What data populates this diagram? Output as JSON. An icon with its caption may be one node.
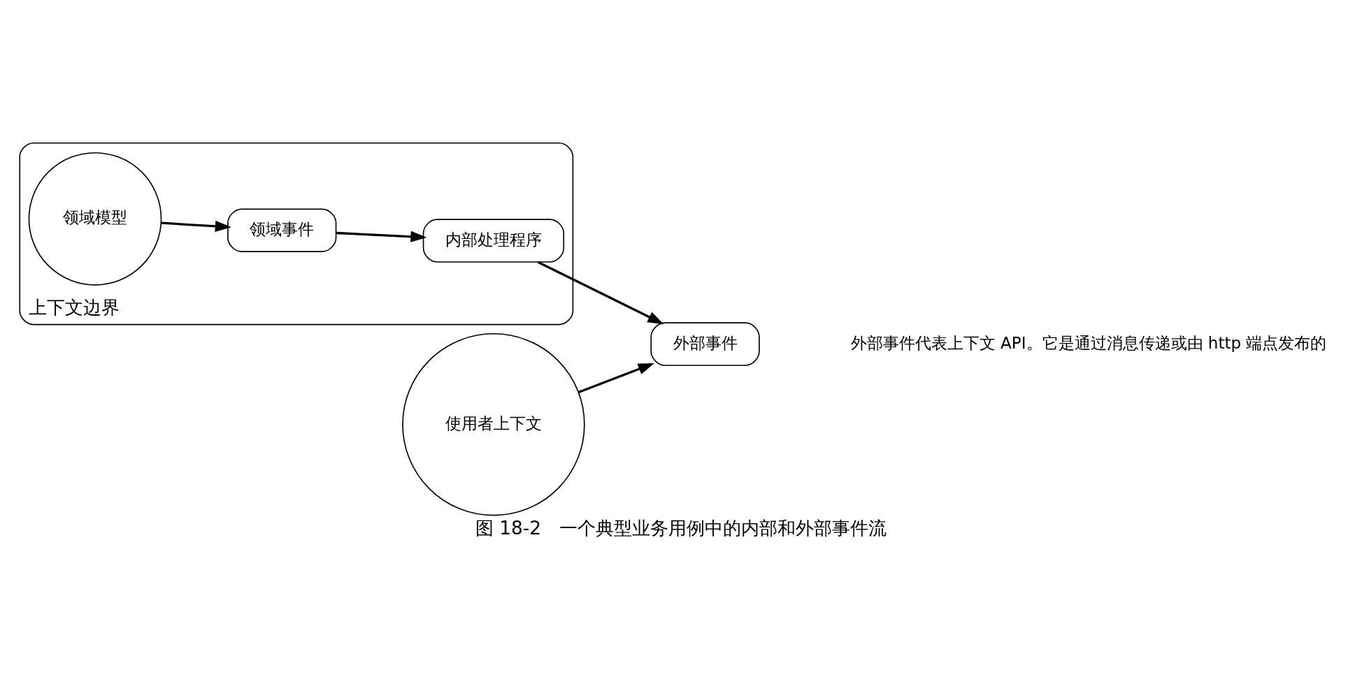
{
  "diagram": {
    "caption": "图 18-2　一个典型业务用例中的内部和外部事件流",
    "nodes": [
      {
        "text": [
          "上下文边界"
        ]
      },
      {
        "text": [
          "领域模型"
        ],
        "in": 0
      },
      {
        "text": [
          "领域事件"
        ],
        "in": 0
      },
      {
        "text": [
          "内部处理程序"
        ],
        "in": 0
      },
      {
        "text": [
          "外部事件"
        ]
      },
      {
        "text": [
          "使用者上下文"
        ]
      }
    ],
    "edges": [
      {
        "from": 1,
        "to": 2,
        "arrow": "to"
      },
      {
        "from": 2,
        "to": 3,
        "arrow": "to"
      },
      {
        "from": 3,
        "to": 4,
        "arrow": "to"
      },
      {
        "from": 5,
        "to": 4,
        "arrow": "to"
      }
    ],
    "labels": [
      "外部事件代表上下文 API。它是通过消息传递或由 http 端点发布的"
    ]
  }
}
